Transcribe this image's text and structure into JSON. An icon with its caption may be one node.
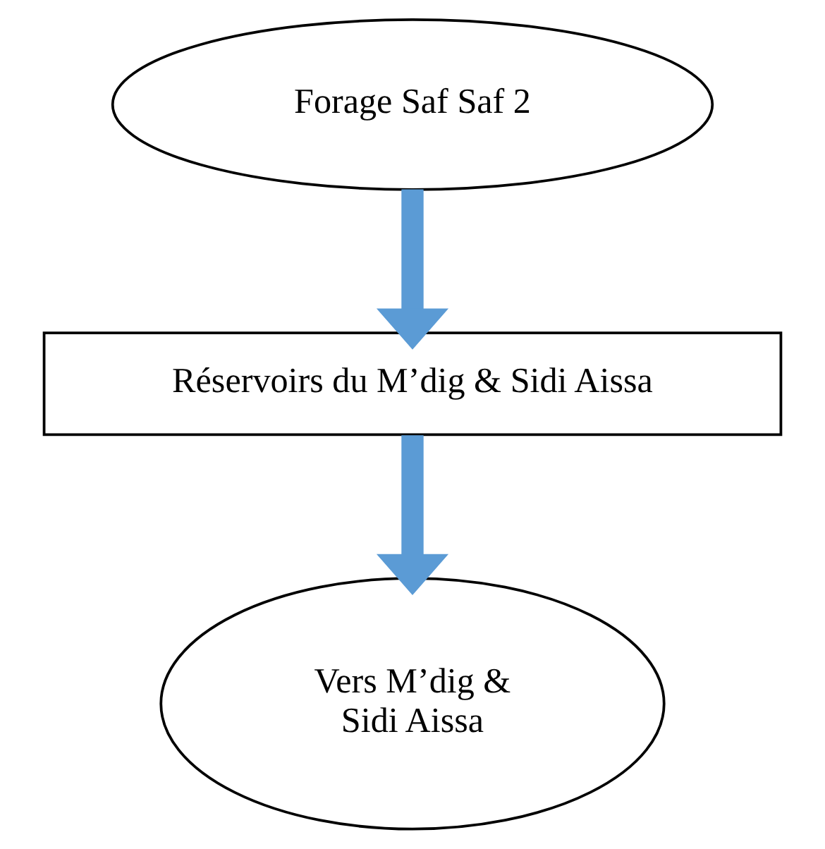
{
  "diagram": {
    "nodes": [
      {
        "text": [
          "Forage Saf Saf 2"
        ]
      },
      {
        "text": [
          "Réservoirs du M’dig & Sidi Aissa"
        ]
      },
      {
        "text": [
          "Vers M’dig & Sidi Aissa"
        ]
      }
    ],
    "edges": [
      {
        "from": 0,
        "to": 1,
        "arrow": "to"
      },
      {
        "from": 1,
        "to": 2,
        "arrow": "to"
      }
    ]
  }
}
